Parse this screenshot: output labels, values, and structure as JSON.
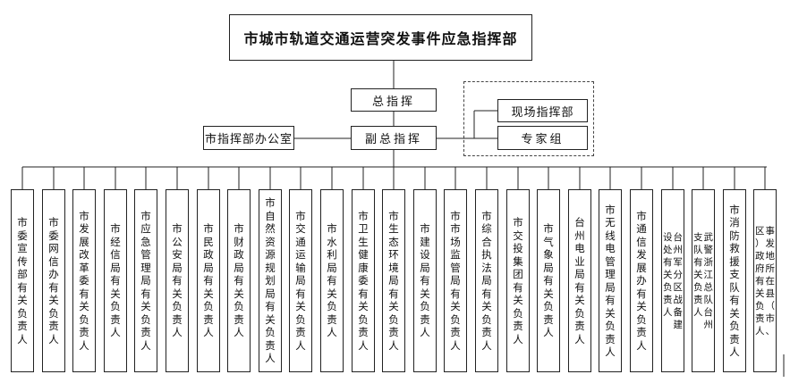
{
  "org_chart": {
    "top": "市城市轨道交通运营突发事件应急指挥部",
    "commander": "总指挥",
    "deputy_commander": "副总指挥",
    "office": "市指挥部办公室",
    "field_command": "现场指挥部",
    "expert_group": "专家组",
    "units": [
      "市委宣传部有关负责人",
      "市委网信办有关负责人",
      "市发展改革委有关负责人",
      "市经信局有关负责人",
      "市应急管理局有关负责人",
      "市公安局有关负责人",
      "市民政局有关负责人",
      "市财政局有关负责人",
      "市自然资源规划局有关负责人",
      "市交通运输局有关负责人",
      "市水利局有关负责人",
      "市卫生健康委有关负责人",
      "市生态环境局有关负责人",
      "市建设局有关负责人",
      "市市场监管局有关负责人",
      "市综合执法局有关负责人",
      "市交投集团有关负责人",
      "市气象局有关负责人",
      "台州电业局有关负责人",
      "市无线电管理局有关负责人",
      "市通信发展办有关负责人",
      "台州军分区战备建设处有关负责人",
      "武警浙江总队台州支队有关负责人",
      "市消防救援支队有关负责人",
      "事发地所在县（市、区）政府有关负责人"
    ]
  }
}
